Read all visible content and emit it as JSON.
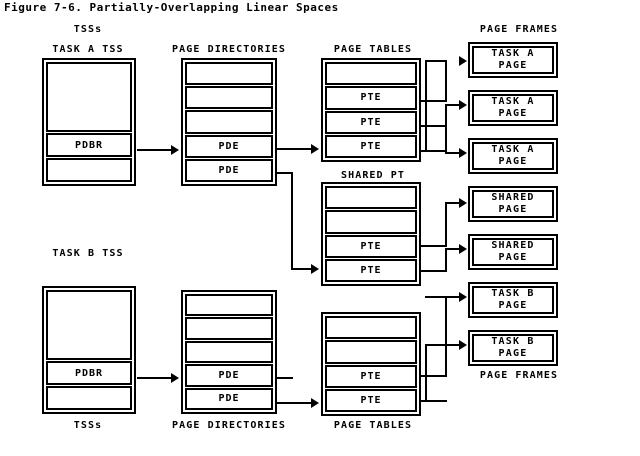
{
  "figure": {
    "title": "Figure 7-6. Partially-Overlapping Linear Spaces"
  },
  "captions": {
    "tss_top": "TSSs",
    "task_a_tss": "TASK A TSS",
    "page_directories_top": "PAGE DIRECTORIES",
    "page_tables_top": "PAGE TABLES",
    "page_frames_top": "PAGE FRAMES",
    "shared_pt": "SHARED PT",
    "task_b_tss": "TASK B TSS",
    "tss_bottom": "TSSs",
    "page_directories_bottom": "PAGE DIRECTORIES",
    "page_tables_bottom": "PAGE TABLES",
    "page_frames_bottom": "PAGE FRAMES"
  },
  "task_a_tss": {
    "label": "TASK A TSS",
    "cells": [
      "",
      "PDBR",
      ""
    ]
  },
  "task_b_tss": {
    "label": "TASK B TSS",
    "cells": [
      "",
      "PDBR",
      ""
    ]
  },
  "page_directory_a": {
    "cells": [
      "",
      "",
      "",
      "PDE",
      "PDE"
    ]
  },
  "page_directory_b": {
    "cells": [
      "",
      "",
      "",
      "PDE",
      "PDE"
    ]
  },
  "page_table_a": {
    "cells": [
      "",
      "PTE",
      "PTE",
      "PTE"
    ]
  },
  "shared_page_table": {
    "label": "SHARED PT",
    "cells": [
      "",
      "",
      "PTE",
      "PTE"
    ]
  },
  "page_table_b": {
    "cells": [
      "",
      "",
      "PTE",
      "PTE"
    ]
  },
  "page_frames": [
    {
      "line1": "TASK A",
      "line2": "PAGE"
    },
    {
      "line1": "TASK A",
      "line2": "PAGE"
    },
    {
      "line1": "TASK A",
      "line2": "PAGE"
    },
    {
      "line1": "SHARED",
      "line2": "PAGE"
    },
    {
      "line1": "SHARED",
      "line2": "PAGE"
    },
    {
      "line1": "TASK B",
      "line2": "PAGE"
    },
    {
      "line1": "TASK B",
      "line2": "PAGE"
    }
  ],
  "colors": {
    "ink": "#000000",
    "paper": "#ffffff"
  }
}
